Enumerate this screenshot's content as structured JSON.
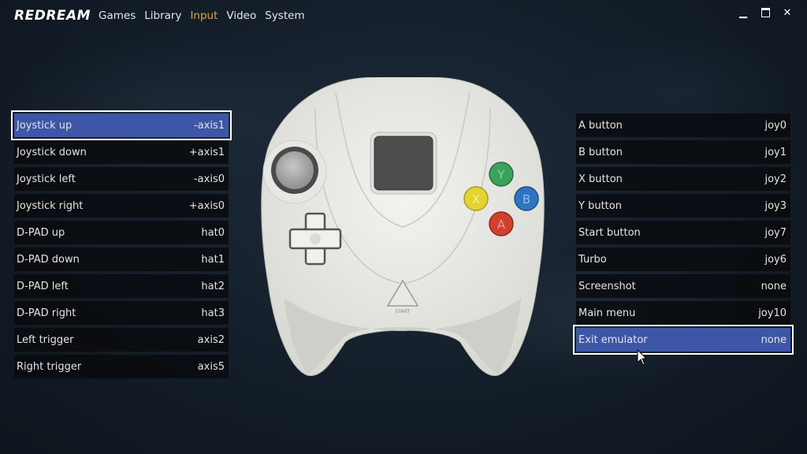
{
  "app": {
    "logo": "REDREAM"
  },
  "nav": [
    {
      "label": "Games",
      "active": false
    },
    {
      "label": "Library",
      "active": false
    },
    {
      "label": "Input",
      "active": true
    },
    {
      "label": "Video",
      "active": false
    },
    {
      "label": "System",
      "active": false
    }
  ],
  "window_controls": [
    "minimize-icon",
    "maximize-icon",
    "close-icon"
  ],
  "left_bindings": [
    {
      "label": "Joystick up",
      "value": "-axis1",
      "selected": true
    },
    {
      "label": "Joystick down",
      "value": "+axis1",
      "selected": false
    },
    {
      "label": "Joystick left",
      "value": "-axis0",
      "selected": false
    },
    {
      "label": "Joystick right",
      "value": "+axis0",
      "selected": false
    },
    {
      "label": "D-PAD up",
      "value": "hat0",
      "selected": false
    },
    {
      "label": "D-PAD down",
      "value": "hat1",
      "selected": false
    },
    {
      "label": "D-PAD left",
      "value": "hat2",
      "selected": false
    },
    {
      "label": "D-PAD right",
      "value": "hat3",
      "selected": false
    },
    {
      "label": "Left trigger",
      "value": "axis2",
      "selected": false
    },
    {
      "label": "Right trigger",
      "value": "axis5",
      "selected": false
    }
  ],
  "right_bindings": [
    {
      "label": "A button",
      "value": "joy0",
      "selected": false
    },
    {
      "label": "B button",
      "value": "joy1",
      "selected": false
    },
    {
      "label": "X button",
      "value": "joy2",
      "selected": false
    },
    {
      "label": "Y button",
      "value": "joy3",
      "selected": false
    },
    {
      "label": "Start button",
      "value": "joy7",
      "selected": false
    },
    {
      "label": "Turbo",
      "value": "joy6",
      "selected": false
    },
    {
      "label": "Screenshot",
      "value": "none",
      "selected": false
    },
    {
      "label": "Main menu",
      "value": "joy10",
      "selected": false
    },
    {
      "label": "Exit emulator",
      "value": "none",
      "selected": true
    }
  ],
  "controller": {
    "buttons": {
      "y": "Y",
      "x": "X",
      "b": "B",
      "a": "A",
      "start": "START"
    },
    "colors": {
      "y": "#3aa25a",
      "x": "#e3d530",
      "b": "#2f74c0",
      "a": "#d2402f",
      "selected_row": "#3d57a6",
      "active_nav": "#e6a23c"
    }
  }
}
